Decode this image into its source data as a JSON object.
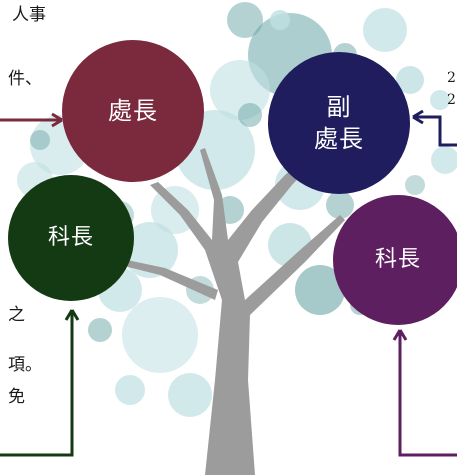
{
  "nodes": {
    "director": {
      "label": "處長",
      "color": "#7a2a3c"
    },
    "deputy_director": {
      "label": "副\n處長",
      "color": "#1f1d5e"
    },
    "section_chief_left": {
      "label": "科長",
      "color": "#143a14"
    },
    "section_chief_right": {
      "label": "科長",
      "color": "#5e1f60"
    }
  },
  "text_fragments": {
    "left_1": "人事",
    "left_2": "件、",
    "left_3": "之",
    "left_4": "項。",
    "left_5": "免",
    "right_1": "2",
    "right_2": "2"
  },
  "colors": {
    "tree_trunk": "#9c9c9c",
    "bubble_teal": "#6aa5a5",
    "bubble_light": "#bfe0e2",
    "connector_left_top": "#7a2a3c",
    "connector_right_top": "#1f1d5e",
    "connector_left_bottom": "#143a14",
    "connector_right_bottom": "#5e1f60"
  }
}
